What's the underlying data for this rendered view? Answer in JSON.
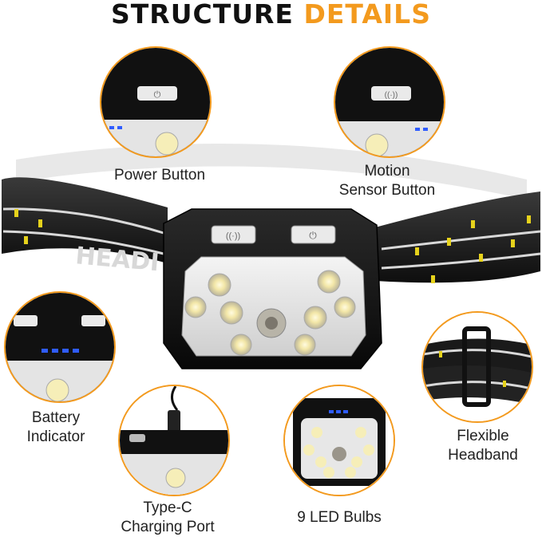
{
  "header": {
    "title_part1": "STRUCTURE",
    "title_part2": "DETAILS"
  },
  "band_text": "HEADI",
  "colors": {
    "accent": "#f39a1e",
    "dark": "#111111",
    "led_blue": "#2f5cff",
    "band_yellow": "#e6d21c"
  },
  "callouts": {
    "power_button": {
      "label": "Power Button",
      "icon": "power-button-closeup"
    },
    "motion_sensor": {
      "label_line1": "Motion",
      "label_line2": "Sensor Button",
      "icon": "motion-sensor-closeup"
    },
    "battery_indicator": {
      "label_line1": "Battery",
      "label_line2": "Indicator",
      "icon": "battery-indicator-closeup"
    },
    "charging_port": {
      "label_line1": "Type-C",
      "label_line2": "Charging Port",
      "icon": "usb-c-port-closeup"
    },
    "led_bulbs": {
      "label": "9 LED Bulbs",
      "icon": "led-array-closeup"
    },
    "headband": {
      "label_line1": "Flexible",
      "label_line2": "Headband",
      "icon": "headband-buckle-closeup"
    }
  }
}
